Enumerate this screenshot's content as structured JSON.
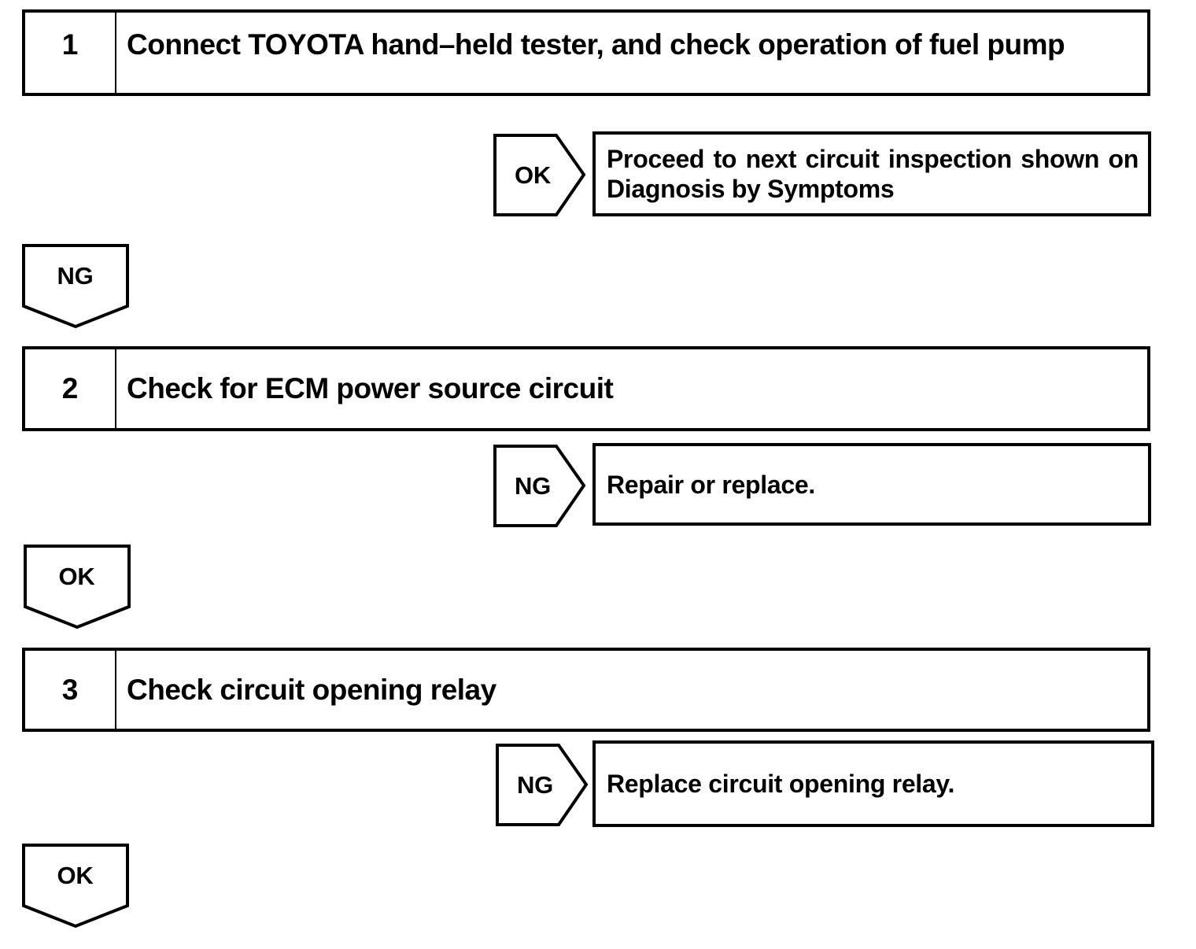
{
  "page": {
    "background": "#ffffff",
    "line_color": "#000000"
  },
  "flowchart": {
    "steps": [
      {
        "number": "1",
        "title": "Connect TOYOTA hand–held tester, and check operation of fuel pump",
        "branch_label": "OK",
        "branch_result_lines": [
          "Proceed to next circuit inspection shown on",
          "Diagnosis by Symptoms"
        ],
        "continue_label": "NG"
      },
      {
        "number": "2",
        "title": "Check for ECM power source circuit",
        "branch_label": "NG",
        "branch_result_lines": [
          "Repair or replace."
        ],
        "continue_label": "OK"
      },
      {
        "number": "3",
        "title": "Check circuit opening relay",
        "branch_label": "NG",
        "branch_result_lines": [
          "Replace circuit opening relay."
        ],
        "continue_label": "OK"
      }
    ]
  }
}
